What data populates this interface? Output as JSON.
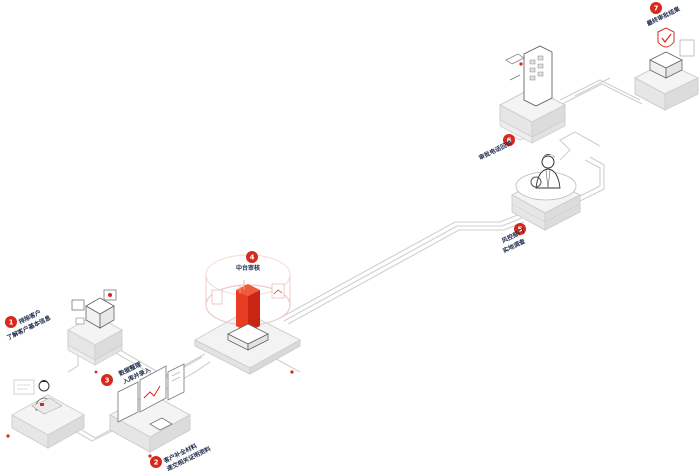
{
  "diagram": {
    "accent_color": "#d8281c",
    "line_color": "#c9c9c9",
    "text_color": "#1e2a4a",
    "steps": [
      {
        "number": "1",
        "lines": [
          "排除客户",
          "了解客户基本信息"
        ],
        "icon": "person-at-desk-icon"
      },
      {
        "number": "2",
        "lines": [
          "客户补全材料",
          "递交相关证明资料"
        ],
        "icon": "document-screens-icon"
      },
      {
        "number": "3",
        "lines": [
          "数据整理",
          "入库并录入"
        ],
        "icon": "server-photo-icon"
      },
      {
        "number": "4",
        "lines": [
          "中台审核"
        ],
        "icon": "data-center-icon"
      },
      {
        "number": "5",
        "lines": [
          "风控部门",
          "实地调查"
        ],
        "icon": "investigator-icon"
      },
      {
        "number": "6",
        "lines": [
          "审批电话回访"
        ],
        "icon": "phone-call-icon"
      },
      {
        "number": "7",
        "lines": [
          "最终审批结果"
        ],
        "icon": "approval-shield-icon"
      }
    ]
  }
}
